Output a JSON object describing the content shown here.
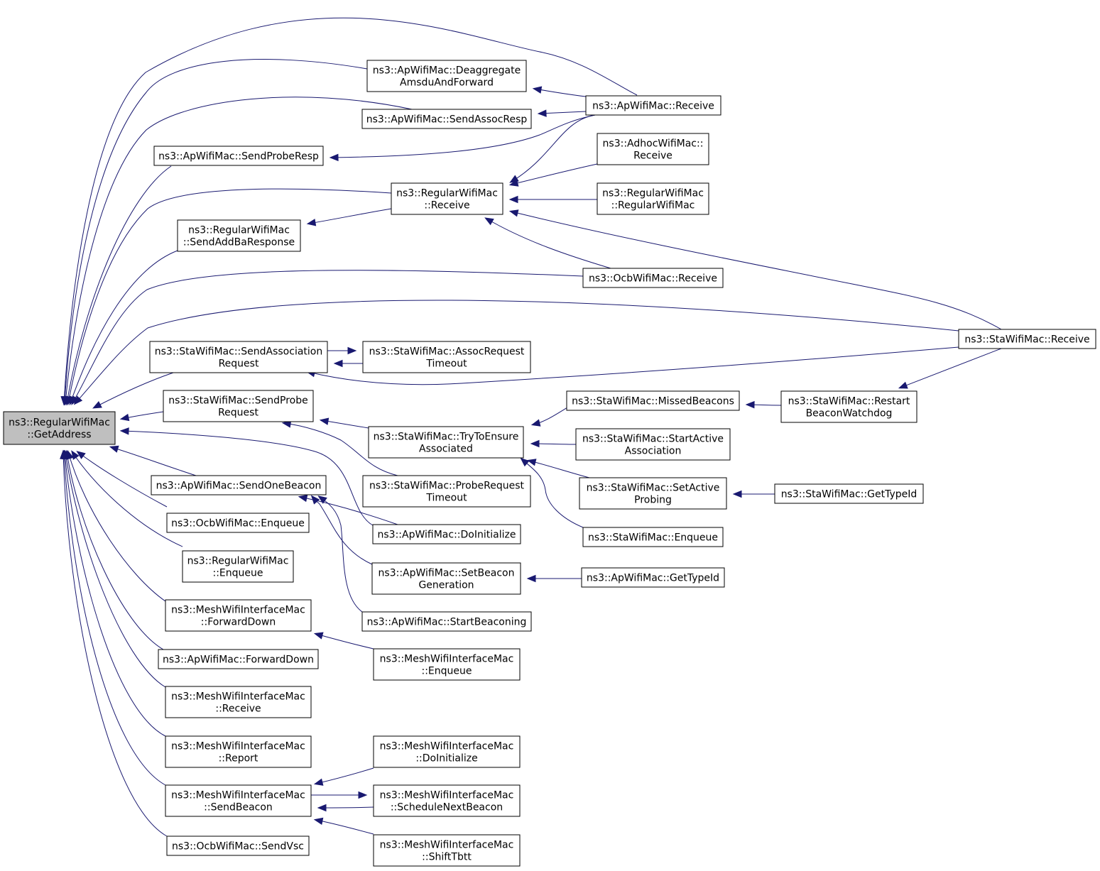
{
  "diagram": {
    "nodes": [
      {
        "id": "root",
        "lines": [
          "ns3::RegularWifiMac",
          "::GetAddress"
        ],
        "root": true
      },
      {
        "id": "n_deagg",
        "lines": [
          "ns3::ApWifiMac::Deaggregate",
          "AmsduAndForward"
        ]
      },
      {
        "id": "n_sendassocresp",
        "lines": [
          "ns3::ApWifiMac::SendAssocResp"
        ]
      },
      {
        "id": "n_sendproberesp",
        "lines": [
          "ns3::ApWifiMac::SendProbeResp"
        ]
      },
      {
        "id": "n_rwm_receive",
        "lines": [
          "ns3::RegularWifiMac",
          "::Receive"
        ]
      },
      {
        "id": "n_sendaddba",
        "lines": [
          "ns3::RegularWifiMac",
          "::SendAddBaResponse"
        ]
      },
      {
        "id": "n_ap_receive",
        "lines": [
          "ns3::ApWifiMac::Receive"
        ]
      },
      {
        "id": "n_adhoc_receive",
        "lines": [
          "ns3::AdhocWifiMac::",
          "Receive"
        ]
      },
      {
        "id": "n_rwm_ctor",
        "lines": [
          "ns3::RegularWifiMac",
          "::RegularWifiMac"
        ]
      },
      {
        "id": "n_ocb_receive",
        "lines": [
          "ns3::OcbWifiMac::Receive"
        ]
      },
      {
        "id": "n_sta_receive",
        "lines": [
          "ns3::StaWifiMac::Receive"
        ]
      },
      {
        "id": "n_sendassocreq",
        "lines": [
          "ns3::StaWifiMac::SendAssociation",
          "Request"
        ]
      },
      {
        "id": "n_assoctimeout",
        "lines": [
          "ns3::StaWifiMac::AssocRequest",
          "Timeout"
        ]
      },
      {
        "id": "n_sendprobereq",
        "lines": [
          "ns3::StaWifiMac::SendProbe",
          "Request"
        ]
      },
      {
        "id": "n_trytoensure",
        "lines": [
          "ns3::StaWifiMac::TryToEnsure",
          "Associated"
        ]
      },
      {
        "id": "n_missedbeacons",
        "lines": [
          "ns3::StaWifiMac::MissedBeacons"
        ]
      },
      {
        "id": "n_restartbeacon",
        "lines": [
          "ns3::StaWifiMac::Restart",
          "BeaconWatchdog"
        ]
      },
      {
        "id": "n_startactive",
        "lines": [
          "ns3::StaWifiMac::StartActive",
          "Association"
        ]
      },
      {
        "id": "n_proberequesttimeout",
        "lines": [
          "ns3::StaWifiMac::ProbeRequest",
          "Timeout"
        ]
      },
      {
        "id": "n_setactiveprobing",
        "lines": [
          "ns3::StaWifiMac::SetActive",
          "Probing"
        ]
      },
      {
        "id": "n_sta_gettypeid",
        "lines": [
          "ns3::StaWifiMac::GetTypeId"
        ]
      },
      {
        "id": "n_sendonebeacon",
        "lines": [
          "ns3::ApWifiMac::SendOneBeacon"
        ]
      },
      {
        "id": "n_ap_doinit",
        "lines": [
          "ns3::ApWifiMac::DoInitialize"
        ]
      },
      {
        "id": "n_sta_enqueue",
        "lines": [
          "ns3::StaWifiMac::Enqueue"
        ]
      },
      {
        "id": "n_ocb_enqueue",
        "lines": [
          "ns3::OcbWifiMac::Enqueue"
        ]
      },
      {
        "id": "n_rwm_enqueue",
        "lines": [
          "ns3::RegularWifiMac",
          "::Enqueue"
        ]
      },
      {
        "id": "n_setbeacongen",
        "lines": [
          "ns3::ApWifiMac::SetBeacon",
          "Generation"
        ]
      },
      {
        "id": "n_ap_gettypeid",
        "lines": [
          "ns3::ApWifiMac::GetTypeId"
        ]
      },
      {
        "id": "n_mesh_fwddown",
        "lines": [
          "ns3::MeshWifiInterfaceMac",
          "::ForwardDown"
        ]
      },
      {
        "id": "n_startbeaconing",
        "lines": [
          "ns3::ApWifiMac::StartBeaconing"
        ]
      },
      {
        "id": "n_ap_fwddown",
        "lines": [
          "ns3::ApWifiMac::ForwardDown"
        ]
      },
      {
        "id": "n_mesh_enqueue",
        "lines": [
          "ns3::MeshWifiInterfaceMac",
          "::Enqueue"
        ]
      },
      {
        "id": "n_mesh_receive",
        "lines": [
          "ns3::MeshWifiInterfaceMac",
          "::Receive"
        ]
      },
      {
        "id": "n_mesh_report",
        "lines": [
          "ns3::MeshWifiInterfaceMac",
          "::Report"
        ]
      },
      {
        "id": "n_mesh_doinit",
        "lines": [
          "ns3::MeshWifiInterfaceMac",
          "::DoInitialize"
        ]
      },
      {
        "id": "n_mesh_sendbeacon",
        "lines": [
          "ns3::MeshWifiInterfaceMac",
          "::SendBeacon"
        ]
      },
      {
        "id": "n_mesh_schedule",
        "lines": [
          "ns3::MeshWifiInterfaceMac",
          "::ScheduleNextBeacon"
        ]
      },
      {
        "id": "n_ocb_sendvsc",
        "lines": [
          "ns3::OcbWifiMac::SendVsc"
        ]
      },
      {
        "id": "n_mesh_shifttbtt",
        "lines": [
          "ns3::MeshWifiInterfaceMac",
          "::ShiftTbtt"
        ]
      }
    ],
    "edges": [
      [
        "n_ap_receive",
        "root"
      ],
      [
        "n_deagg",
        "root"
      ],
      [
        "n_sendassocresp",
        "root"
      ],
      [
        "n_sendproberesp",
        "root"
      ],
      [
        "n_rwm_receive",
        "root"
      ],
      [
        "n_sendaddba",
        "root"
      ],
      [
        "n_ocb_receive",
        "root"
      ],
      [
        "n_sta_receive",
        "root"
      ],
      [
        "n_sendassocreq",
        "root"
      ],
      [
        "n_sendprobereq",
        "root"
      ],
      [
        "n_ap_doinit",
        "root"
      ],
      [
        "n_sendonebeacon",
        "root"
      ],
      [
        "n_ocb_enqueue",
        "root"
      ],
      [
        "n_rwm_enqueue",
        "root"
      ],
      [
        "n_mesh_fwddown",
        "root"
      ],
      [
        "n_ap_fwddown",
        "root"
      ],
      [
        "n_mesh_receive",
        "root"
      ],
      [
        "n_mesh_report",
        "root"
      ],
      [
        "n_mesh_sendbeacon",
        "root"
      ],
      [
        "n_ocb_sendvsc",
        "root"
      ],
      [
        "n_ap_receive",
        "n_deagg"
      ],
      [
        "n_ap_receive",
        "n_sendassocresp"
      ],
      [
        "n_ap_receive",
        "n_sendproberesp"
      ],
      [
        "n_ap_receive",
        "n_rwm_receive"
      ],
      [
        "n_adhoc_receive",
        "n_rwm_receive"
      ],
      [
        "n_rwm_ctor",
        "n_rwm_receive"
      ],
      [
        "n_ocb_receive",
        "n_rwm_receive"
      ],
      [
        "n_sta_receive",
        "n_rwm_receive"
      ],
      [
        "n_rwm_receive",
        "n_sendaddba"
      ],
      [
        "n_sta_receive",
        "n_sendassocreq"
      ],
      [
        "n_assoctimeout",
        "n_sendassocreq"
      ],
      [
        "n_sendassocreq",
        "n_assoctimeout"
      ],
      [
        "n_trytoensure",
        "n_sendprobereq"
      ],
      [
        "n_proberequesttimeout",
        "n_sendprobereq"
      ],
      [
        "n_missedbeacons",
        "n_trytoensure"
      ],
      [
        "n_startactive",
        "n_trytoensure"
      ],
      [
        "n_setactiveprobing",
        "n_trytoensure"
      ],
      [
        "n_sta_enqueue",
        "n_trytoensure"
      ],
      [
        "n_restartbeacon",
        "n_missedbeacons"
      ],
      [
        "n_sta_receive",
        "n_restartbeacon"
      ],
      [
        "n_sta_gettypeid",
        "n_setactiveprobing"
      ],
      [
        "n_ap_doinit",
        "n_sendonebeacon"
      ],
      [
        "n_setbeacongen",
        "n_sendonebeacon"
      ],
      [
        "n_startbeaconing",
        "n_sendonebeacon"
      ],
      [
        "n_ap_gettypeid",
        "n_setbeacongen"
      ],
      [
        "n_mesh_enqueue",
        "n_mesh_fwddown"
      ],
      [
        "n_mesh_doinit",
        "n_mesh_sendbeacon"
      ],
      [
        "n_mesh_schedule",
        "n_mesh_sendbeacon"
      ],
      [
        "n_mesh_sendbeacon",
        "n_mesh_schedule"
      ],
      [
        "n_mesh_shifttbtt",
        "n_mesh_sendbeacon"
      ]
    ]
  }
}
